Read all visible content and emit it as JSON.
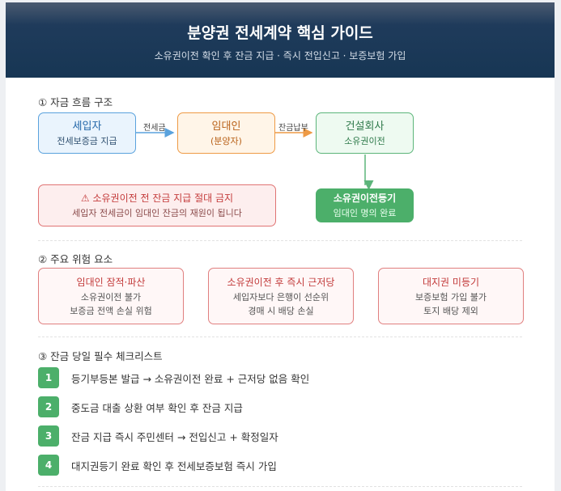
{
  "header": {
    "title": "분양권 전세계약 핵심 가이드",
    "subtitle": "소유권이전 확인 후 잔금 지급 · 즉시 전입신고 · 보증보험 가입"
  },
  "section1": {
    "title": "① 자금 흐름 구조",
    "tenant": {
      "title": "세입자",
      "sub": "전세보증금 지급"
    },
    "lessor": {
      "title": "임대인",
      "sub": "(분양자)"
    },
    "builder": {
      "title": "건설회사",
      "sub": "소유권이전"
    },
    "arrow1_label": "전세금",
    "arrow2_label": "잔금납부",
    "warning": {
      "title": "⚠ 소유권이전 전 잔금 지급 절대 금지",
      "sub": "세입자 전세금이 임대인 잔금의 재원이 됩니다"
    },
    "registration": {
      "title": "소유권이전등기",
      "sub": "임대인 명의 완료"
    }
  },
  "section2": {
    "title": "② 주요 위험 요소",
    "risks": [
      {
        "title": "임대인 잠적·파산",
        "line1": "소유권이전 불가",
        "line2": "보증금 전액 손실 위험"
      },
      {
        "title": "소유권이전 후 즉시 근저당",
        "line1": "세입자보다 은행이 선순위",
        "line2": "경매 시 배당 손실"
      },
      {
        "title": "대지권 미등기",
        "line1": "보증보험 가입 불가",
        "line2": "토지 배당 제외"
      }
    ]
  },
  "section3": {
    "title": "③ 잔금 당일 필수 체크리스트",
    "items": [
      {
        "num": "1",
        "text": "등기부등본 발급 → 소유권이전 완료 + 근저당 없음 확인"
      },
      {
        "num": "2",
        "text": "중도금 대출 상환 여부 확인 후 잔금 지급"
      },
      {
        "num": "3",
        "text": "잔금 지급 즉시 주민센터 → 전입신고 + 확정일자"
      },
      {
        "num": "4",
        "text": "대지권등기 완료 확인 후 전세보증보험 즉시 가입"
      }
    ]
  },
  "colors": {
    "header_bg": "#173654",
    "accent_green": "#4caf6a",
    "blue": "#5aa2dd",
    "orange": "#ee9a45",
    "red": "#e07474"
  }
}
